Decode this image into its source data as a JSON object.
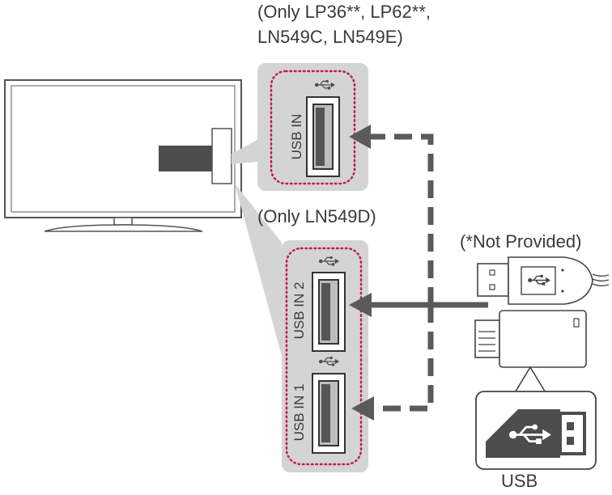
{
  "notes": {
    "top_line1": "(Only LP36**, LP62**,",
    "top_line2": "LN549C, LN549E)",
    "middle": "(Only LN549D)",
    "not_provided": "(*Not Provided)"
  },
  "ports": {
    "single": "USB IN",
    "port2": "USB IN 2",
    "port1": "USB IN 1"
  },
  "device_caption": "USB",
  "icons": [
    "tv-icon",
    "usb-symbol-icon",
    "usb-cable-plug-icon",
    "usb-flash-drive-icon",
    "arrow-icon"
  ],
  "colors": {
    "panel": "#d4d4d4",
    "dots": "#c2185b",
    "connector": "#4d4d4d",
    "outline": "#555555"
  }
}
